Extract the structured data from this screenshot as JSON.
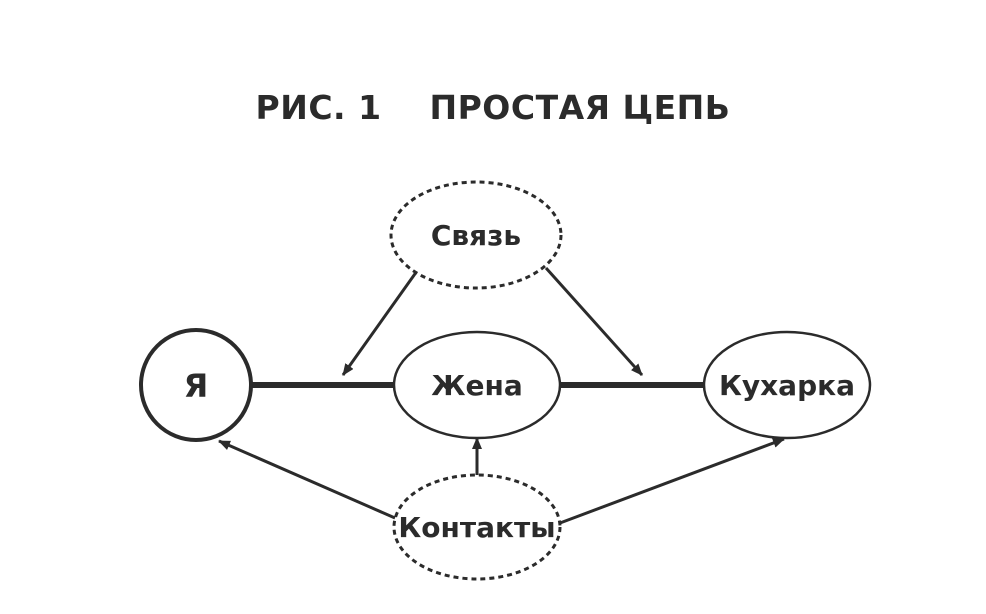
{
  "title": "РИС. 1    ПРОСТАЯ ЦЕПЬ",
  "nodes": {
    "ya": "Я",
    "zhena": "Жена",
    "kukharka": "Кухарка",
    "svyaz": "Связь",
    "kontakty": "Контакты"
  },
  "colors": {
    "ink": "#2b2b2b",
    "background": "#ffffff"
  }
}
